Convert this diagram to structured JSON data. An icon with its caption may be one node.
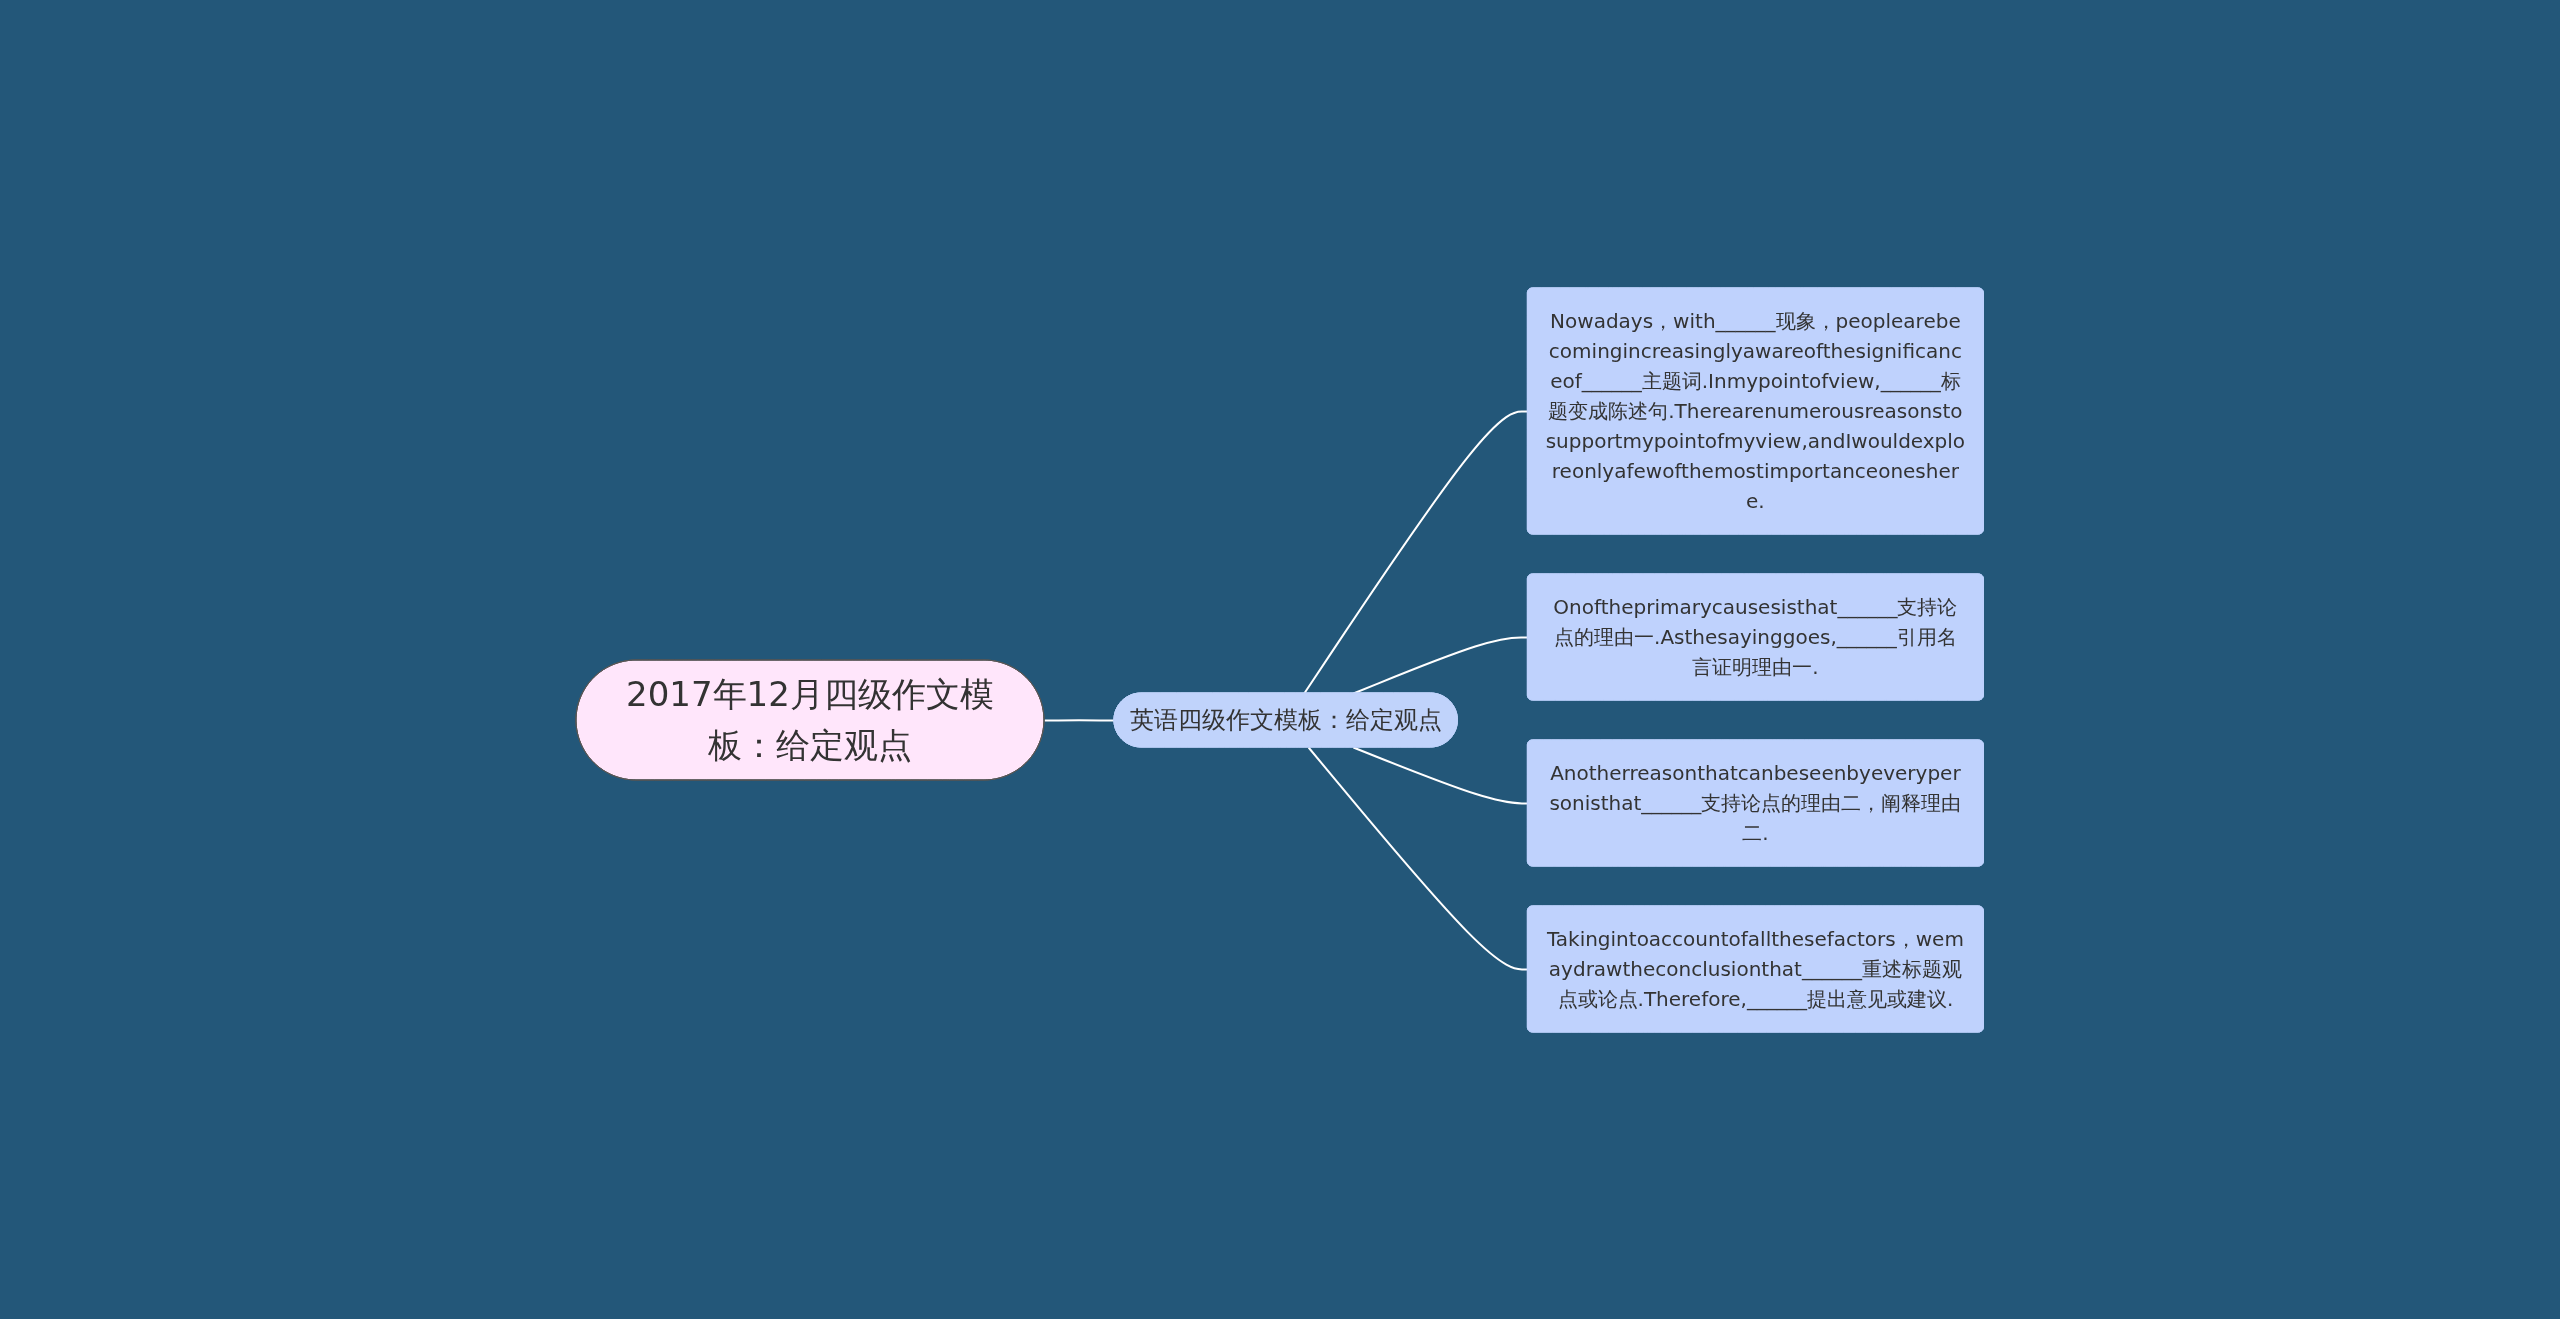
{
  "diagram": {
    "nodes": [
      {
        "text": [
          "2017年12月四级作文模板：给定观点"
        ]
      },
      {
        "text": [
          "英语四级作文模板：给定观点"
        ]
      },
      {
        "text": [
          "Nowadays，with______现象，peoplearebecomingincreasinglyawareofthesignificanceof______主题词.Inmypointofview,______标题变成陈述句.Therearenumerousreasonstosupportmypointofmyview,andIwouldexploreonlyafewofthemostimportanceoneshere."
        ]
      },
      {
        "text": [
          "Onoftheprimarycausesisthat______支持论点的理由一.Asthesayinggoes,______引用名言证明理由一."
        ]
      },
      {
        "text": [
          "Anotherreasonthatcanbeseenbyeverypersonisthat______支持论点的理由二，阐释理由二."
        ]
      },
      {
        "text": [
          "Takingintoaccountofallthesefactors，wemaydrawtheconclusionthat______重述标题观点或论点.Therefore,______提出意见或建议."
        ]
      }
    ],
    "edges": [
      {
        "from": 0,
        "to": 1,
        "arrow": "none"
      },
      {
        "from": 1,
        "to": 2,
        "arrow": "none"
      },
      {
        "from": 1,
        "to": 3,
        "arrow": "none"
      },
      {
        "from": 1,
        "to": 4,
        "arrow": "none"
      },
      {
        "from": 1,
        "to": 5,
        "arrow": "none"
      }
    ]
  }
}
